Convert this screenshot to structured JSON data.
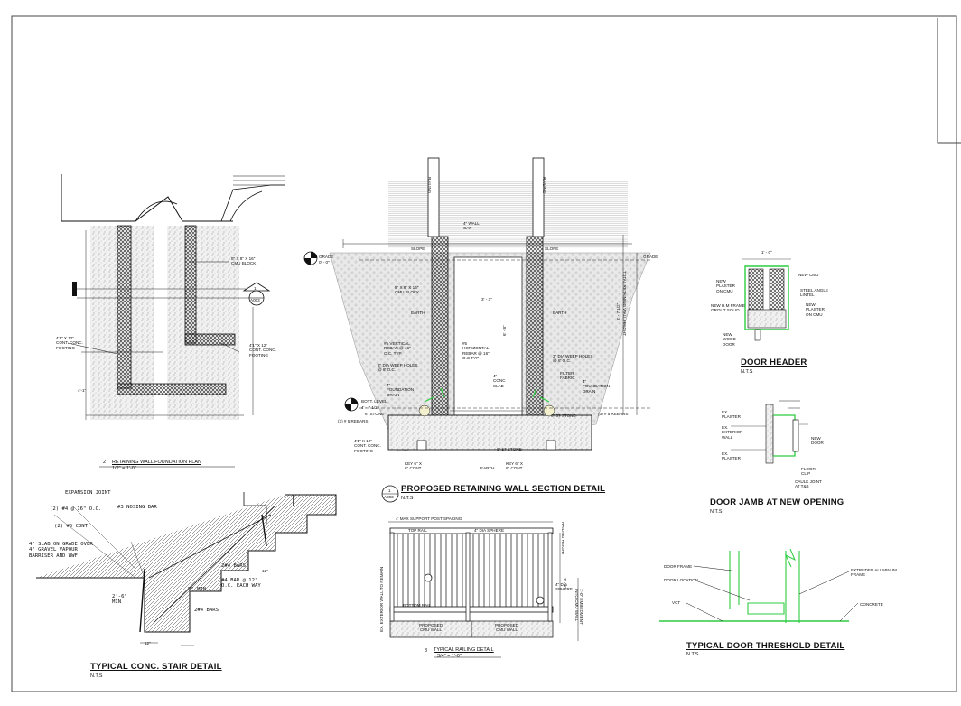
{
  "foundation_plan": {
    "cmu_block": "8\" X 8\" X 16\"\nCMU BLOCK",
    "footing_left": "4'1\" X 12\"\nCONT. CONC.\nFOOTING",
    "footing_right": "4'1\" X 12\"\nCONT. CONC.\nFOOTING",
    "section_tag_num": "1",
    "section_tag_sheet": "A003",
    "dim_left": "4'-1\"",
    "caption_num": "2",
    "caption": "RETAINING WALL FOUNDATION PLAN",
    "scale": "1/2\" = 1'-0\""
  },
  "wall_section": {
    "grade": "GRADE",
    "grade_elev": "0' - 0\"",
    "grade_right": "GRADE",
    "wall_cap": "4\" WALL\nCAP",
    "railing_left": "RAILING",
    "railing_right": "RAILING",
    "slope_left": "SLOPE",
    "slope_right": "SLOPE",
    "cmu_block": "8\" X 8\" X 16\"\nCMU BLOCK",
    "earth_left": "EARTH",
    "earth_right": "EARTH",
    "earth_bottom": "EARTH",
    "vertical_rebar": "#5 VERTICAL\nREBAR @ 16\"\nO.C. TYP.",
    "horizontal_rebar": "#5\nHORIZONTAL\nREBAR @ 16\"\nO.C TYP",
    "weep_left": "3\" DIA WEEP HOLES\n@ 8' O.C.",
    "weep_right": "3\" DIA WEEP HOLES\n@ 8' O.C.",
    "filter_fabric": "FILTER\nFABRIC",
    "drain_left": "4\"\nFOUNDATION\nDRAIN",
    "drain_right": "4\"\nFOUNDATION\nDRAIN",
    "conc_slab": "4\"\nCONC\nSLAB",
    "stone_left": "6\" STONE",
    "stone_mid": "6\" 57 STONE",
    "stone_right": "6\" 57 STONE",
    "rebars_left": "(3) # 5 REBARS",
    "rebars_right": "(3) # 5 REBARS",
    "cont_footing": "4'1\" X 12\"\nCONT. CONC.\nFOOTING",
    "key_left": "KEY 6\" X\n6\" CONT",
    "key_right": "KEY 6\" X\n6\" CONT",
    "bott_level": "BOTT. LEVEL",
    "bott_elev": "4' - 7 1/2\"",
    "total_height": "TOTAL RETAINING WALL HEIGHT",
    "dim_height": "8' - 7 1/2\"",
    "dim_side": "6' - 8\"",
    "dim_top": "3' - 3\"",
    "caption_num": "1",
    "caption_sheet": "A003",
    "caption": "PROPOSED RETAINING WALL SECTION DETAIL",
    "scale": "N.T.S"
  },
  "door_header": {
    "new_plaster_cmu": "NEW\nPLASTER\nON CMU",
    "new_cmu": "NEW CMU",
    "steel_angle": "STEEL ANGLE\nLINTEL",
    "new_hm_frame": "NEW H.M FRAME\nGROUT SOLID",
    "new_plaster_cmu_right": "NEW\nPLASTER\nON CMU",
    "new_wood_door": "NEW\nWOOD\nDOOR",
    "dim_top": "1' - 0\"",
    "title": "DOOR HEADER",
    "scale": "N.T.S"
  },
  "door_jamb": {
    "ex_plaster": "EX.\nPLASTER",
    "ex_exterior_wall": "EX.\nEXTERIOR\nWALL",
    "ex_plaster_bottom": "EX.\nPLASTER",
    "new_door": "NEW\nDOOR",
    "floor_clip": "FLOOR\nCLIP",
    "caulk_joint": "CAULK JOINT\nAT T&B",
    "title": "DOOR JAMB  AT NEW OPENING",
    "scale": "N.T.S"
  },
  "stair": {
    "expansion_joint": "EXPANSION JOINT",
    "rebar_16": "(2) #4 @ 16\" O.C.",
    "nosing_bar": "#3 NOSING BAR",
    "cont": "(2) #5 CONT.",
    "slab": "4\" SLAB ON GRADE OVER\n4\" GRAVEL VAPOUR\nBARRISER AND WWF",
    "bars_4_a": "2#4 BARS",
    "bar_12": "#4 BAR @ 12\"\nO.C. EACH WAY",
    "min_5": "5\" MIN",
    "min_26": "2'-6\"\nMIN",
    "bars_4_b": "2#4 BARS",
    "dim_12a": "12\"",
    "dim_12b": "12\"",
    "title": "TYPICAL CONC. STAIR DETAIL",
    "scale": "N.T.S"
  },
  "railing": {
    "spacing": "4' MAX SUPPORT POST SPACING",
    "top_rail": "TOP RAIL",
    "sphere": "4\" DIA SPHERE",
    "ex_wall": "EX. EXTERIOR WALL TO REMAIN",
    "railing_height": "RAILING HEIGHT",
    "dia_sphere": "4\" DIA\nSPHERE",
    "bottom_rail": "BOTTOM RAIL",
    "embedment": "1'-0\" EMBEDMENT\nINTO CMU WALL",
    "proposed_left": "PROPOSED\nCMU WALL",
    "proposed_right": "PROPOSED\nCMU WALL",
    "dim_height": "3' - 6\"",
    "caption_num": "3",
    "caption": "TYPICAL RAILING DETAIL",
    "scale": "3/4\" = 1'-0\""
  },
  "threshold": {
    "door_frame": "DOOR FRAME",
    "door_location": "DOOR LOCATION",
    "vct": "VCT",
    "extruded": "EXTRUDED ALUMINUM\nFRAME",
    "concrete": "CONCRETE",
    "title": "TYPICAL DOOR THRESHOLD DETAIL",
    "scale": "N.T.S"
  }
}
